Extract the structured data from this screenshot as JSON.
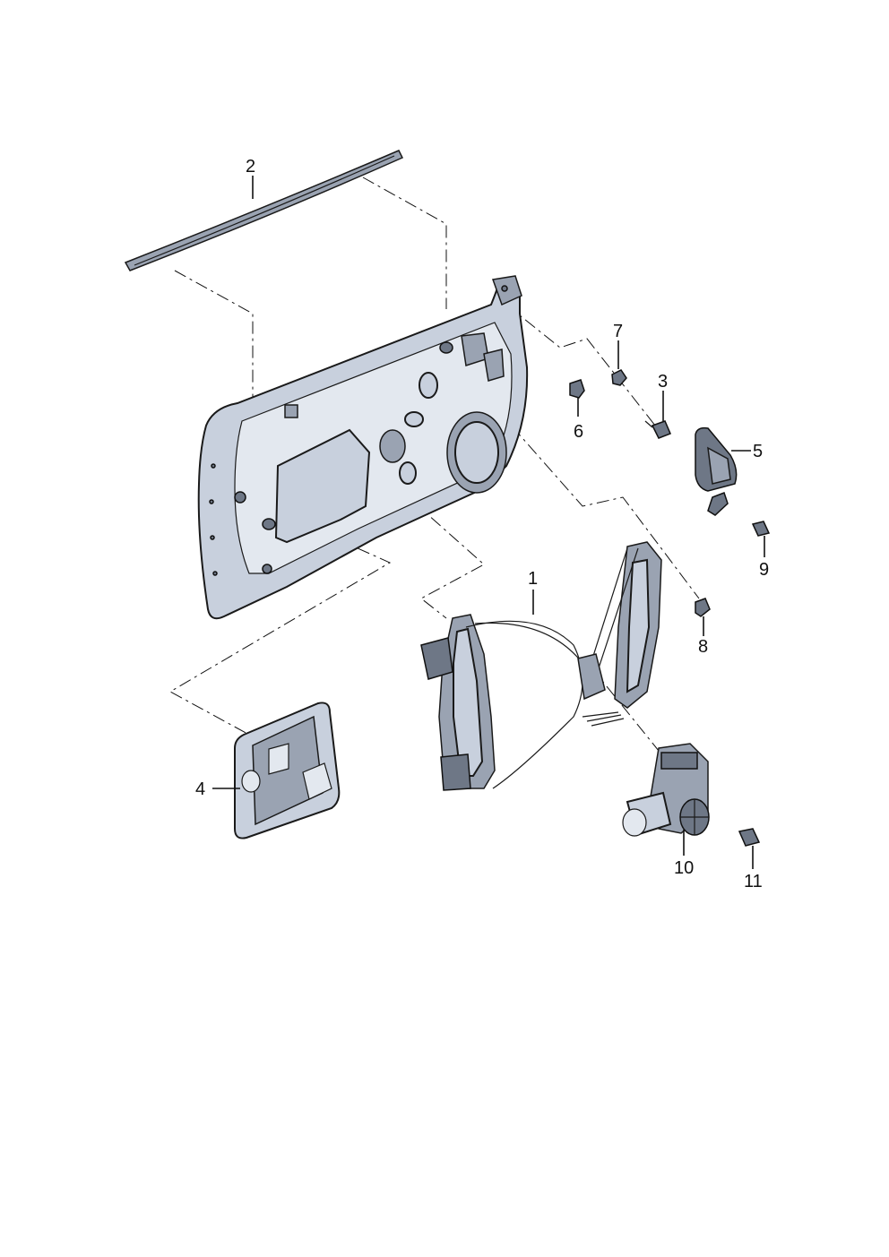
{
  "callouts": [
    {
      "id": "1",
      "label": "1"
    },
    {
      "id": "2",
      "label": "2"
    },
    {
      "id": "3",
      "label": "3"
    },
    {
      "id": "4",
      "label": "4"
    },
    {
      "id": "5",
      "label": "5"
    },
    {
      "id": "6",
      "label": "6"
    },
    {
      "id": "7",
      "label": "7"
    },
    {
      "id": "8",
      "label": "8"
    },
    {
      "id": "9",
      "label": "9"
    },
    {
      "id": "10",
      "label": "10"
    },
    {
      "id": "11",
      "label": "11"
    }
  ],
  "colors": {
    "part_fill": "#c8d0dd",
    "part_dark": "#6e7786",
    "outline": "#1a1a1a"
  }
}
